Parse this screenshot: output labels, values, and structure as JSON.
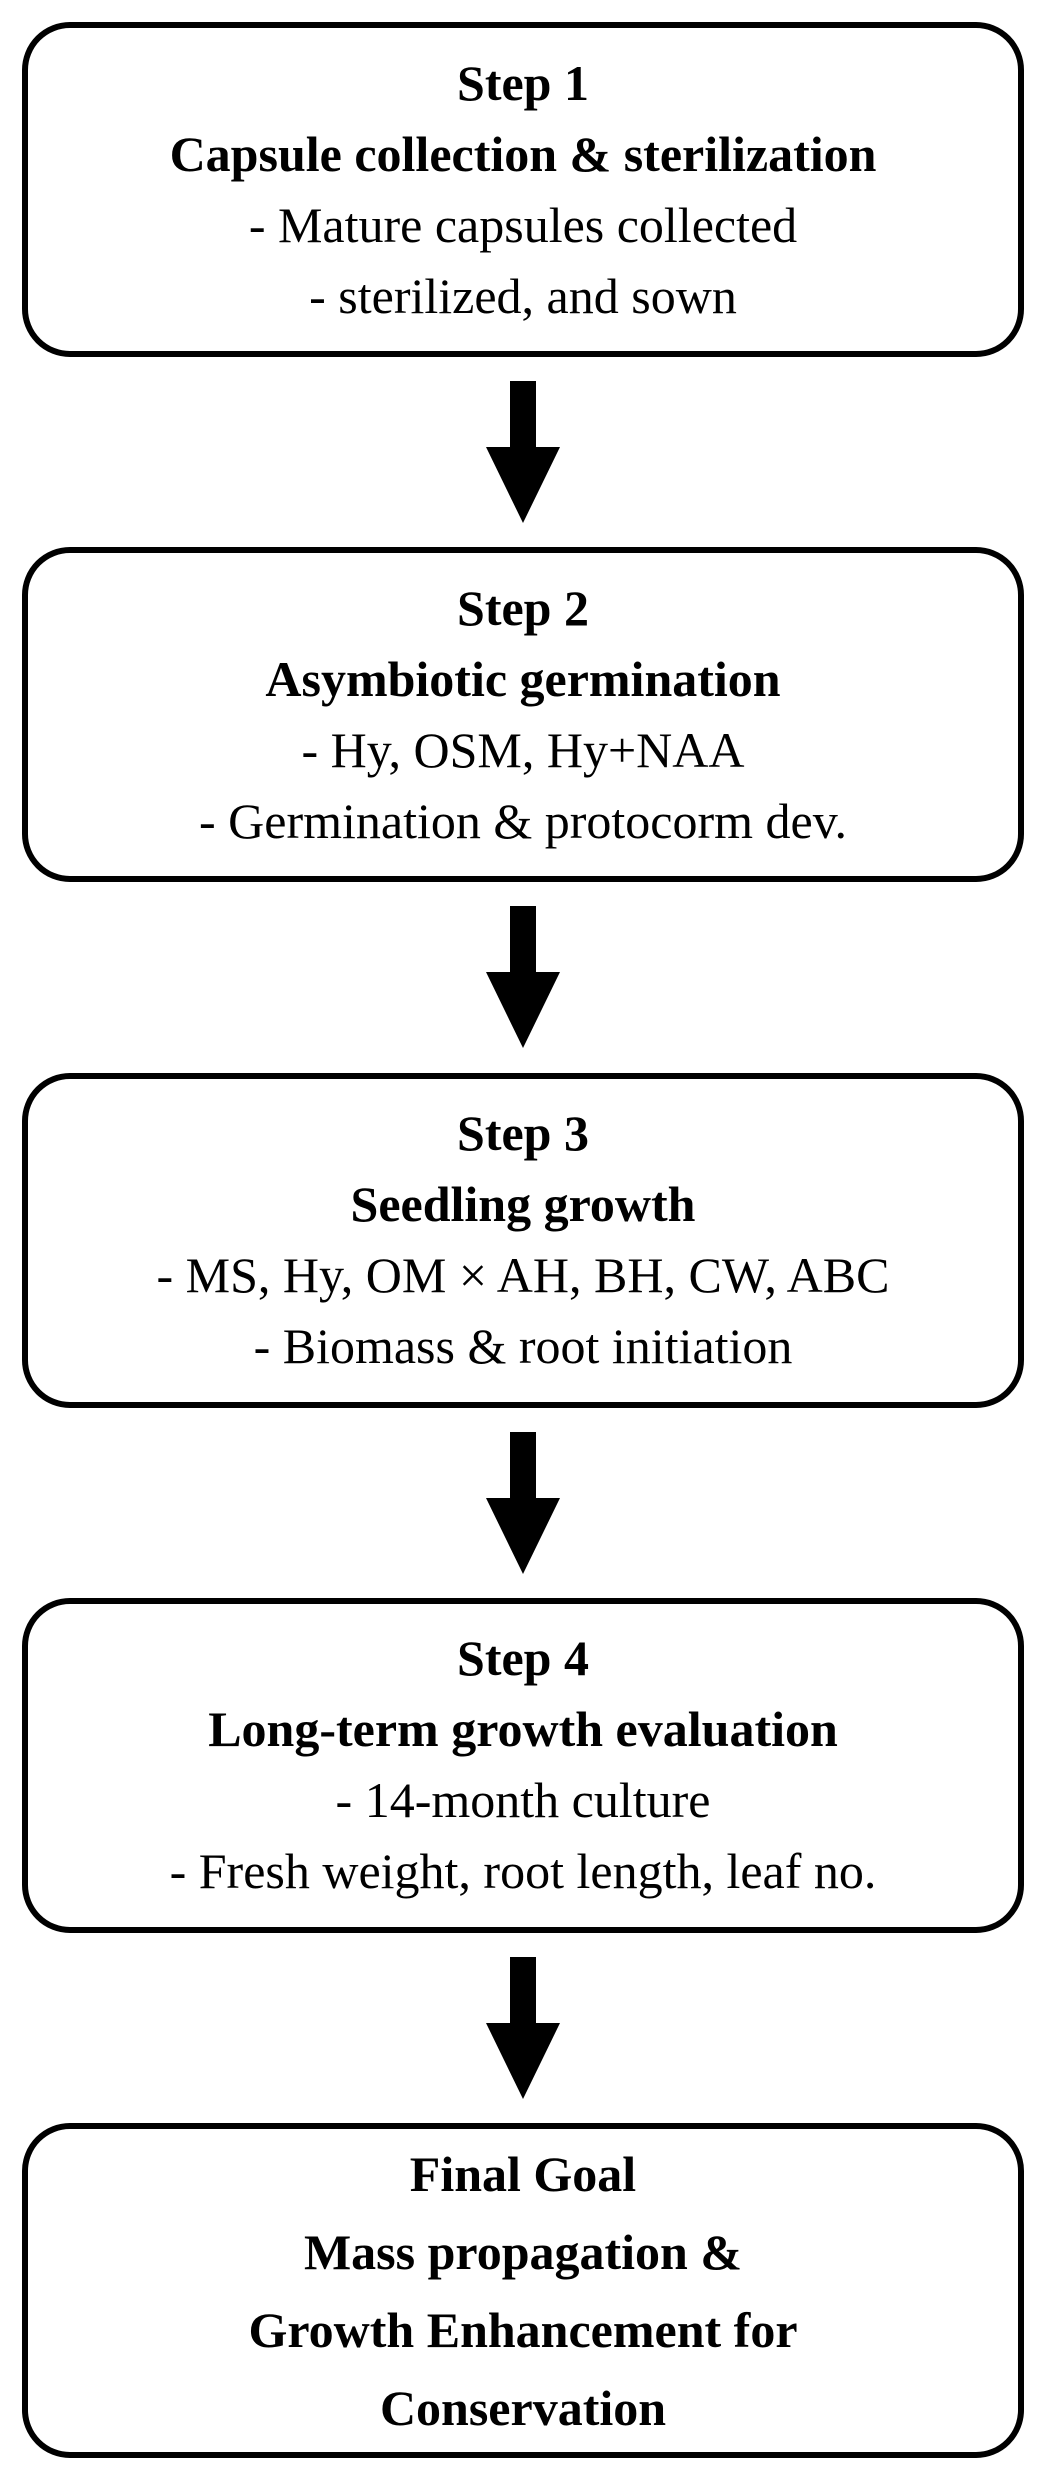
{
  "diagram": {
    "background_color": "#ffffff",
    "line_color": "#000000",
    "arrow_icon": "down-arrow-icon",
    "boxes": [
      {
        "step": "Step 1",
        "title": "Capsule collection & sterilization",
        "bullets": [
          "- Mature capsules collected",
          "- sterilized, and sown"
        ]
      },
      {
        "step": "Step 2",
        "title": "Asymbiotic germination",
        "bullets": [
          "- Hy, OSM, Hy+NAA",
          "- Germination & protocorm dev."
        ]
      },
      {
        "step": "Step 3",
        "title": "Seedling growth",
        "bullets": [
          "- MS, Hy, OM × AH, BH, CW, ABC",
          "- Biomass & root initiation"
        ]
      },
      {
        "step": "Step 4",
        "title": "Long-term growth evaluation",
        "bullets": [
          "- 14-month culture",
          "- Fresh weight, root length, leaf no."
        ]
      },
      {
        "step": "Final Goal",
        "title_lines": [
          "Mass propagation &",
          "Growth Enhancement for",
          "Conservation"
        ]
      }
    ]
  }
}
